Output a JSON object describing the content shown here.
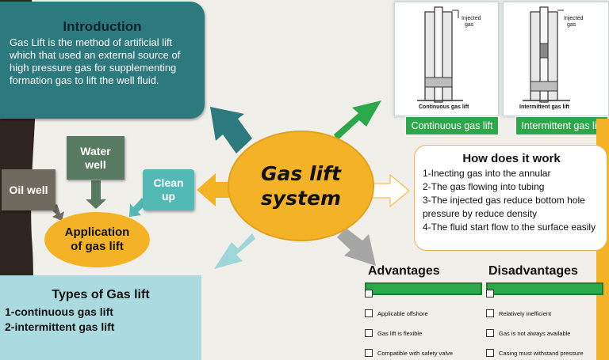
{
  "colors": {
    "teal": "#2c7a7e",
    "yellow": "#f4b326",
    "green": "#2aa84a",
    "light_blue": "#abdbe0"
  },
  "intro": {
    "title": "Introduction",
    "text": "Gas Lift is the method of artificial lift which that used an external source of high pressure gas for supplementing formation gas to lift the well fluid."
  },
  "center": {
    "line1": "Gas lift",
    "line2": "system"
  },
  "applications": {
    "title_line1": "Application",
    "title_line2": "of gas lift",
    "water_line1": "Water",
    "water_line2": "well",
    "oil": "Oil well",
    "clean_line1": "Clean",
    "clean_line2": "up"
  },
  "types": {
    "title": "Types of Gas lift",
    "items": [
      "1-continuous gas lift",
      "2-intermittent gas lift"
    ]
  },
  "diagrams": {
    "continuous": {
      "caption": "Continuous gas lift",
      "label_top_1": "Injected",
      "label_top_2": "gas",
      "label_bottom": "Continuous gas lift"
    },
    "intermittent": {
      "caption": "Intermittent gas lift",
      "label_top_1": "Injected",
      "label_top_2": "gas",
      "label_bottom": "Intermittent gas lift"
    }
  },
  "how": {
    "title": "How does it work",
    "steps": [
      "1-Inecting gas into the annular",
      "2-The gas flowing into tubing",
      "3-The injected gas reduce bottom hole pressure by reduce density",
      "4-The fluid start flow to the surface easily"
    ]
  },
  "advantages": {
    "title": "Advantages",
    "items": [
      "Applicable offshore",
      "Gas lift is flexible",
      "Compatible with safety valve"
    ]
  },
  "disadvantages": {
    "title": "Disadvantages",
    "items": [
      "Relatively inefficient",
      "Gas is not always available",
      "Casing must withstand pressure"
    ]
  }
}
